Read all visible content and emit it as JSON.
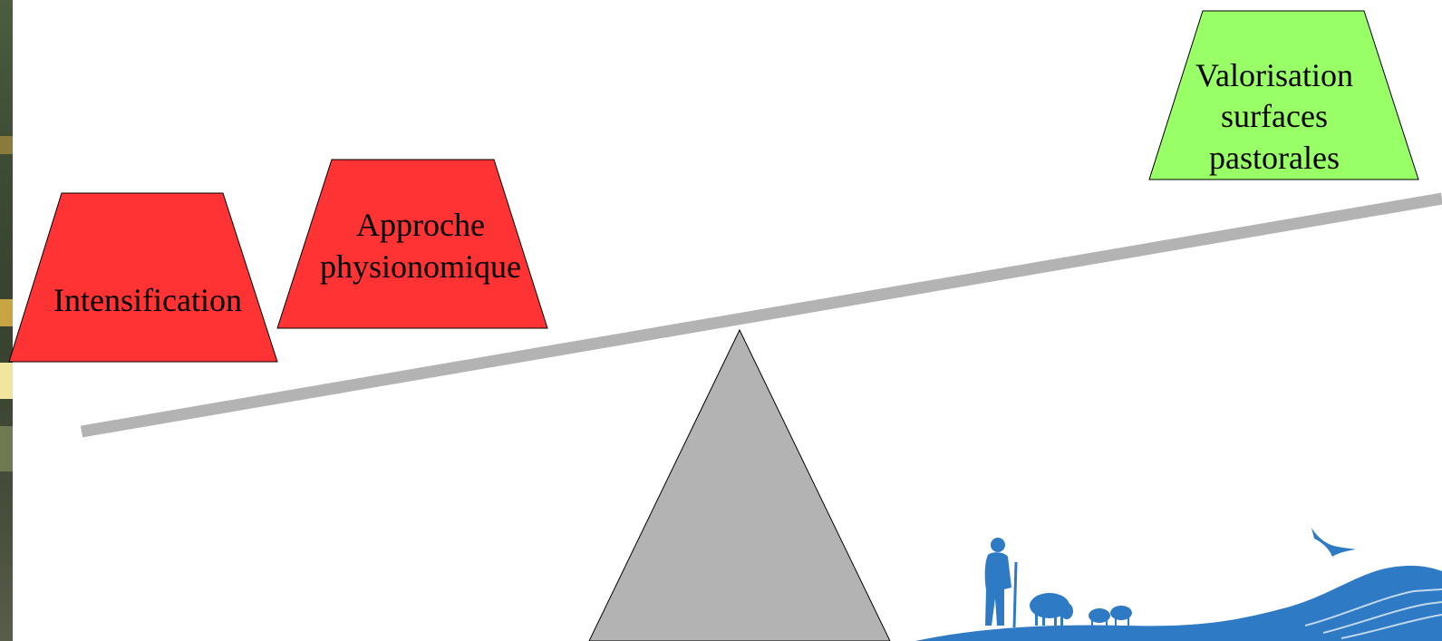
{
  "diagram": {
    "left_weights": [
      {
        "lines": [
          "Intensification"
        ],
        "color": "#ff3333"
      },
      {
        "lines": [
          "Approche",
          "physionomique"
        ],
        "color": "#ff3333"
      }
    ],
    "right_weights": [
      {
        "lines": [
          "Valorisation",
          "surfaces",
          "pastorales"
        ],
        "color": "#99ff66"
      }
    ],
    "beam_color": "#b3b3b3",
    "fulcrum_color": "#b3b3b3",
    "illustration_color": "#2e7ac4"
  }
}
